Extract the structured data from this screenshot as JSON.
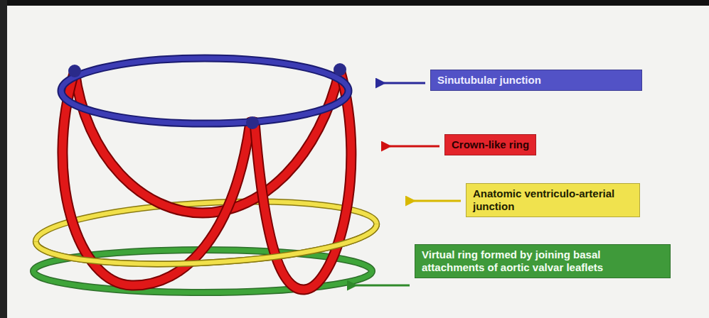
{
  "diagram": {
    "nodes": [
      {
        "text": [
          "Sinutubular junction"
        ]
      },
      {
        "text": [
          "Crown-like ring"
        ]
      },
      {
        "text": [
          "Anatomic ventriculo-arterial junction"
        ]
      },
      {
        "text": [
          "Virtual ring formed by joining basal attachments of aortic valvar leaflets"
        ]
      }
    ]
  }
}
